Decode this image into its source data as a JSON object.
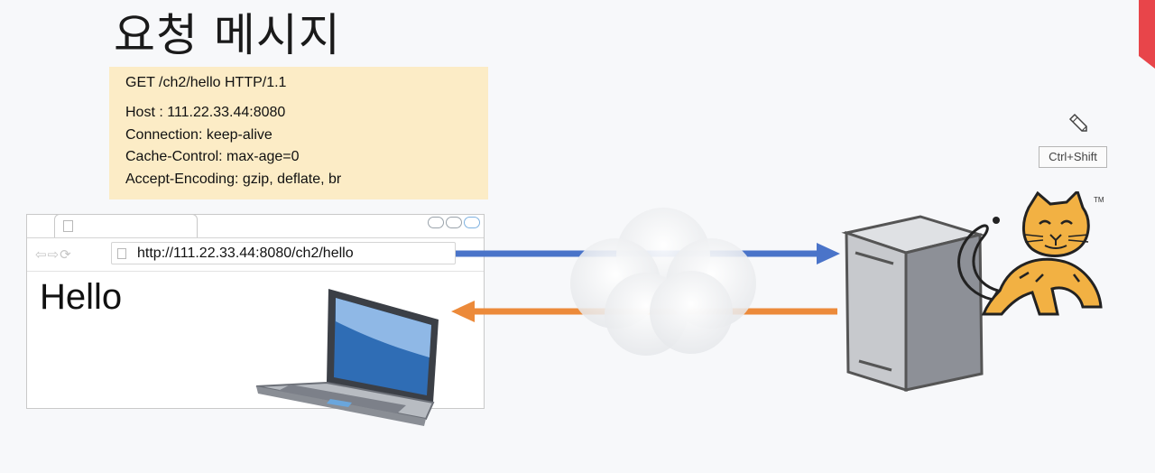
{
  "slide": {
    "title": "요청 메시지"
  },
  "request_message": {
    "lines": [
      "GET /ch2/hello HTTP/1.1",
      "Host : 111.22.33.44:8080",
      "Connection: keep-alive",
      "Cache-Control: max-age=0",
      "Accept-Encoding: gzip, deflate, br"
    ]
  },
  "browser": {
    "nav_glyphs": "⇦⇨⟳",
    "url": "http://111.22.33.44:8080/ch2/hello",
    "page_text": "Hello"
  },
  "server": {
    "logo_mark": "TM"
  },
  "overlay": {
    "tooltip": "Ctrl+Shift"
  },
  "colors": {
    "request_arrow": "#4a74c9",
    "response_arrow": "#ec8a3a",
    "request_box": "#fcecc6",
    "corner_accent": "#e8454a"
  }
}
